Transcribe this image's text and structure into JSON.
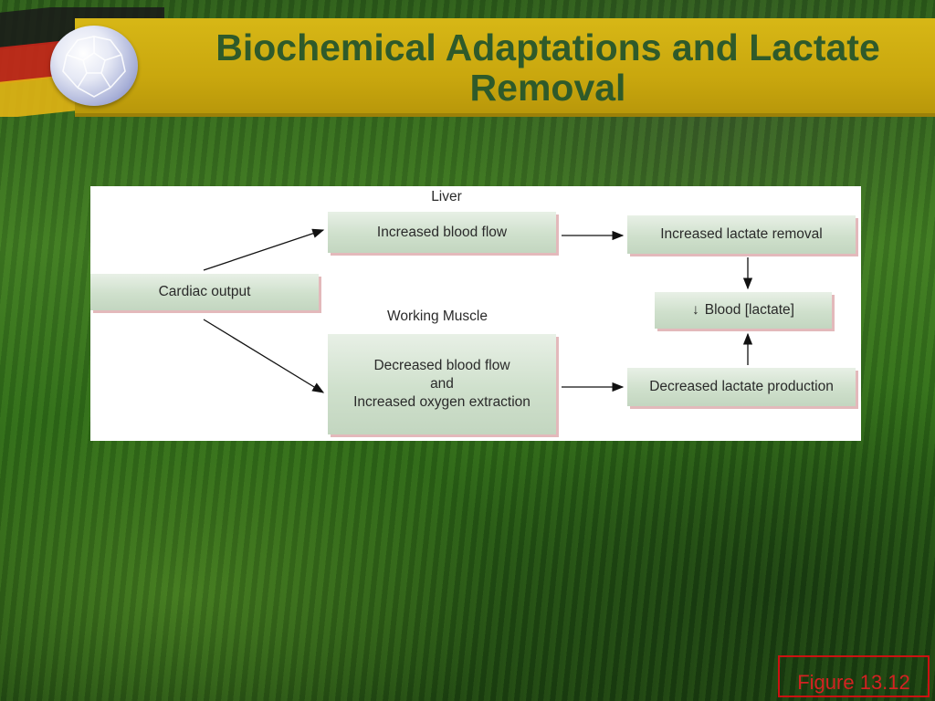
{
  "slide": {
    "title_line1": "Biochemical Adaptations and Lactate",
    "title_line2": "Removal",
    "figure_label": "Figure 13.12"
  },
  "diagram": {
    "cardiac_output": "Cardiac output",
    "liver_label": "Liver",
    "liver_mark": "",
    "liver_box": "Increased blood flow",
    "liver_result": "Increased lactate removal",
    "working_muscle_label": "Working Muscle",
    "muscle_box_line1": "Decreased blood flow",
    "muscle_box_line2": "and",
    "muscle_box_line3": "Increased oxygen extraction",
    "muscle_result": "Decreased lactate production",
    "blood_arrow": "↓",
    "blood_text": "Blood [lactate]"
  },
  "colors": {
    "title_band": "#d7b716",
    "title_text": "#2f5a2a",
    "box_fill": "#cfe0cc",
    "box_shadow": "#e3b9bb",
    "figure_label": "#d42222"
  },
  "icons": [
    "soccer-ball-icon",
    "german-flag"
  ]
}
